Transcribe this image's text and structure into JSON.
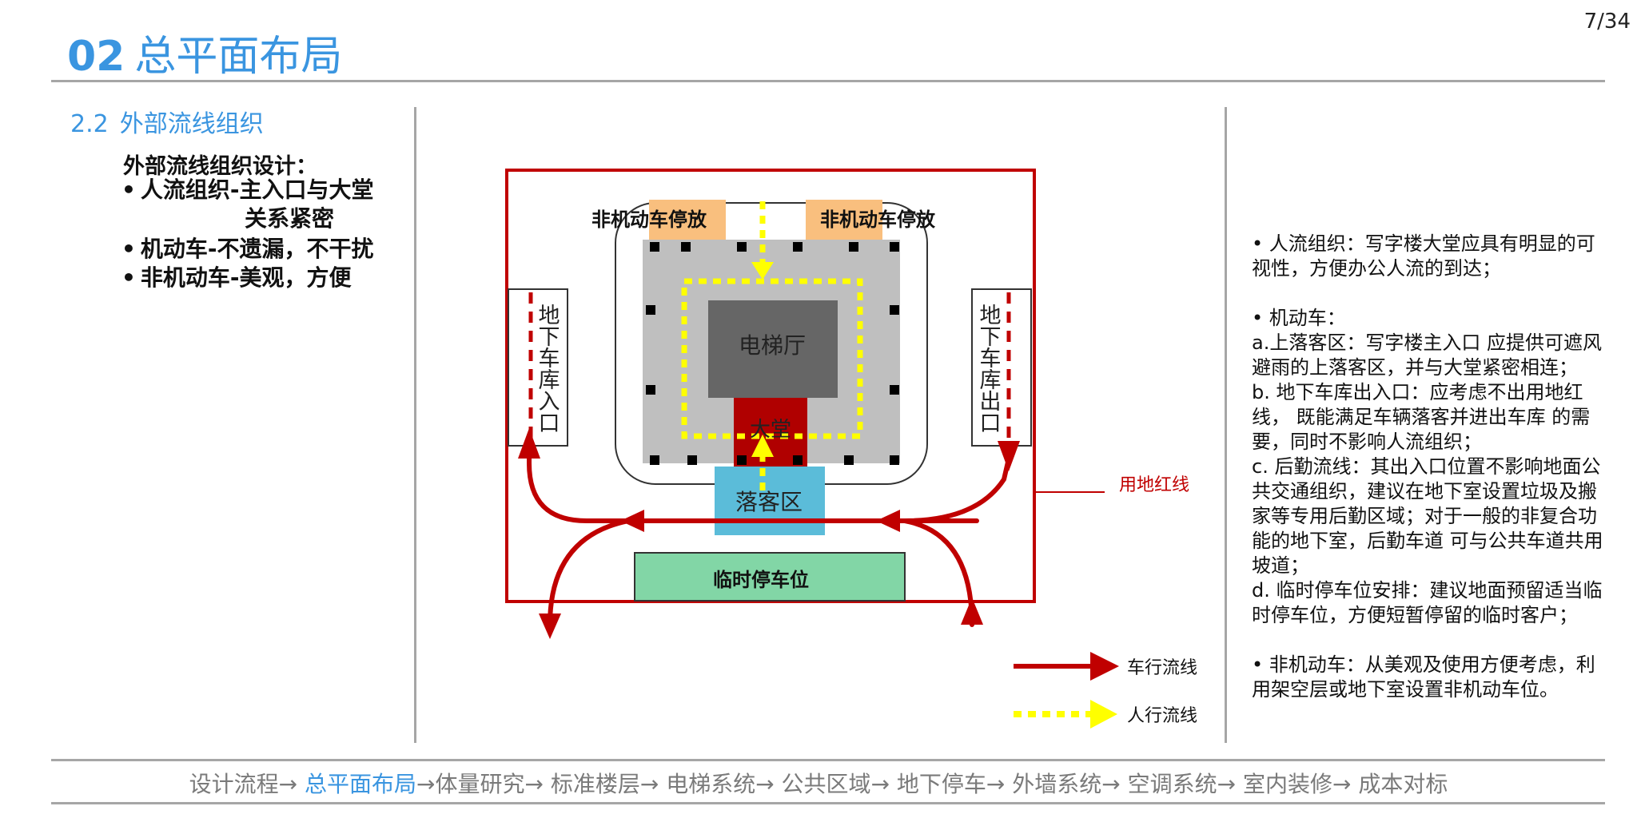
{
  "page": {
    "number": "7/34"
  },
  "header": {
    "number": "02",
    "title": "总平面布局"
  },
  "section": {
    "number": "2.2",
    "title": "外部流线组织"
  },
  "left_panel": {
    "heading": "外部流线组织设计：",
    "bullets": [
      {
        "text": "人流组织-主入口与大堂",
        "continuation": "关系紧密"
      },
      {
        "text": "机动车-不遗漏，不干扰"
      },
      {
        "text": "非机动车-美观，方便"
      }
    ]
  },
  "diagram": {
    "labels": {
      "bike_parking_left": "非机动车停放",
      "bike_parking_right": "非机动车停放",
      "elevator_hall": "电梯厅",
      "lobby": "大堂",
      "dropoff": "落客区",
      "temp_parking": "临时停车位",
      "garage_entrance": "地下车库入口",
      "garage_exit": "地下车库出口",
      "red_line": "用地红线"
    },
    "legend": {
      "vehicle_flow": "车行流线",
      "pedestrian_flow": "人行流线"
    },
    "colors": {
      "red_line": "#c00000",
      "pedestrian": "#ffff00",
      "dropoff": "#5bbcd9",
      "temp_parking": "#82d6a6",
      "bike_parking": "#f9bf7e",
      "lobby": "#b00000",
      "elevator_hall": "#666666",
      "podium": "#bfbfbf"
    }
  },
  "right_notes": {
    "items": [
      "• 人流组织：写字楼大堂应具有明显的可视性，方便办公人流的到达；",
      "",
      "• 机动车：",
      " a.上落客区：写字楼主入口 应提供可遮风避雨的上落客区，并与大堂紧密相连；",
      " b. 地下车库出入口：应考虑不出用地红线， 既能满足车辆落客并进出车库 的需要，同时不影响人流组织；",
      "c. 后勤流线：其出入口位置不影响地面公共交通组织，建议在地下室设置垃圾及搬家等专用后勤区域；对于一般的非复合功能的地下室，后勤车道 可与公共车道共用坡道；",
      "d. 临时停车位安排：建议地面预留适当临时停车位，方便短暂停留的临时客户；",
      "",
      "• 非机动车：从美观及使用方便考虑，利用架空层或地下室设置非机动车位。"
    ]
  },
  "footer_nav": {
    "before": "设计流程→ ",
    "active": "总平面布局",
    "after": "→体量研究→ 标准楼层→ 电梯系统→ 公共区域→ 地下停车→ 外墙系统→ 空调系统→ 室内装修→ 成本对标"
  }
}
